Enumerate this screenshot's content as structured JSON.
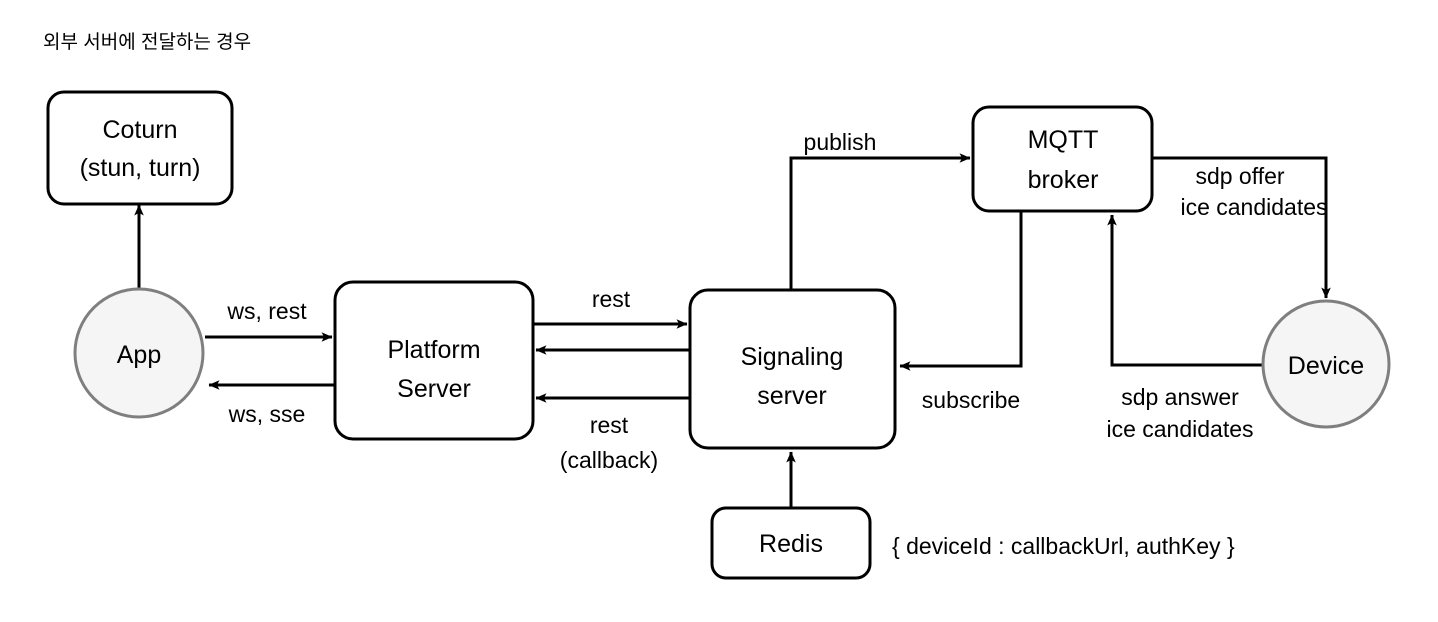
{
  "page": {
    "title": "외부 서버에 전달하는 경우",
    "background_color": "#ffffff",
    "stroke_color": "#000000",
    "circle_fill_color": "#f5f5f5",
    "circle_stroke_color": "#7f7f7f"
  },
  "diagram": {
    "type": "architecture-flow",
    "nodes": [
      {
        "id": "coturn",
        "shape": "rounded-rect",
        "line1": "Coturn",
        "line2": "(stun, turn)"
      },
      {
        "id": "app",
        "shape": "circle",
        "line1": "App",
        "line2": ""
      },
      {
        "id": "platform",
        "shape": "rounded-rect",
        "line1": "Platform",
        "line2": "Server"
      },
      {
        "id": "signaling",
        "shape": "rounded-rect",
        "line1": "Signaling",
        "line2": "server"
      },
      {
        "id": "mqtt",
        "shape": "rounded-rect",
        "line1": "MQTT",
        "line2": "broker"
      },
      {
        "id": "device",
        "shape": "circle",
        "line1": "Device",
        "line2": ""
      },
      {
        "id": "redis",
        "shape": "rounded-rect",
        "line1": "Redis",
        "line2": ""
      }
    ],
    "edges": [
      {
        "id": "app-to-coturn",
        "from": "app",
        "to": "coturn",
        "label_line1": "",
        "label_line2": ""
      },
      {
        "id": "app-to-platform",
        "from": "app",
        "to": "platform",
        "label_line1": "ws, rest",
        "label_line2": ""
      },
      {
        "id": "platform-to-app",
        "from": "platform",
        "to": "app",
        "label_line1": "ws, sse",
        "label_line2": ""
      },
      {
        "id": "platform-to-signaling",
        "from": "platform",
        "to": "signaling",
        "label_line1": "rest",
        "label_line2": ""
      },
      {
        "id": "signaling-to-platform",
        "from": "signaling",
        "to": "platform",
        "label_line1": "",
        "label_line2": ""
      },
      {
        "id": "signaling-callback",
        "from": "signaling",
        "to": "platform",
        "label_line1": "rest",
        "label_line2": "(callback)"
      },
      {
        "id": "signaling-publish",
        "from": "signaling",
        "to": "mqtt",
        "label_line1": "publish",
        "label_line2": ""
      },
      {
        "id": "mqtt-to-device",
        "from": "mqtt",
        "to": "device",
        "label_line1": "sdp offer",
        "label_line2": "ice candidates"
      },
      {
        "id": "device-to-mqtt",
        "from": "device",
        "to": "mqtt",
        "label_line1": "sdp answer",
        "label_line2": "ice candidates"
      },
      {
        "id": "mqtt-subscribe",
        "from": "mqtt",
        "to": "signaling",
        "label_line1": "subscribe",
        "label_line2": ""
      },
      {
        "id": "redis-to-signaling",
        "from": "redis",
        "to": "signaling",
        "label_line1": "",
        "label_line2": ""
      }
    ],
    "notes": [
      {
        "id": "redis-schema",
        "text": "{ deviceId : callbackUrl, authKey }"
      }
    ]
  }
}
